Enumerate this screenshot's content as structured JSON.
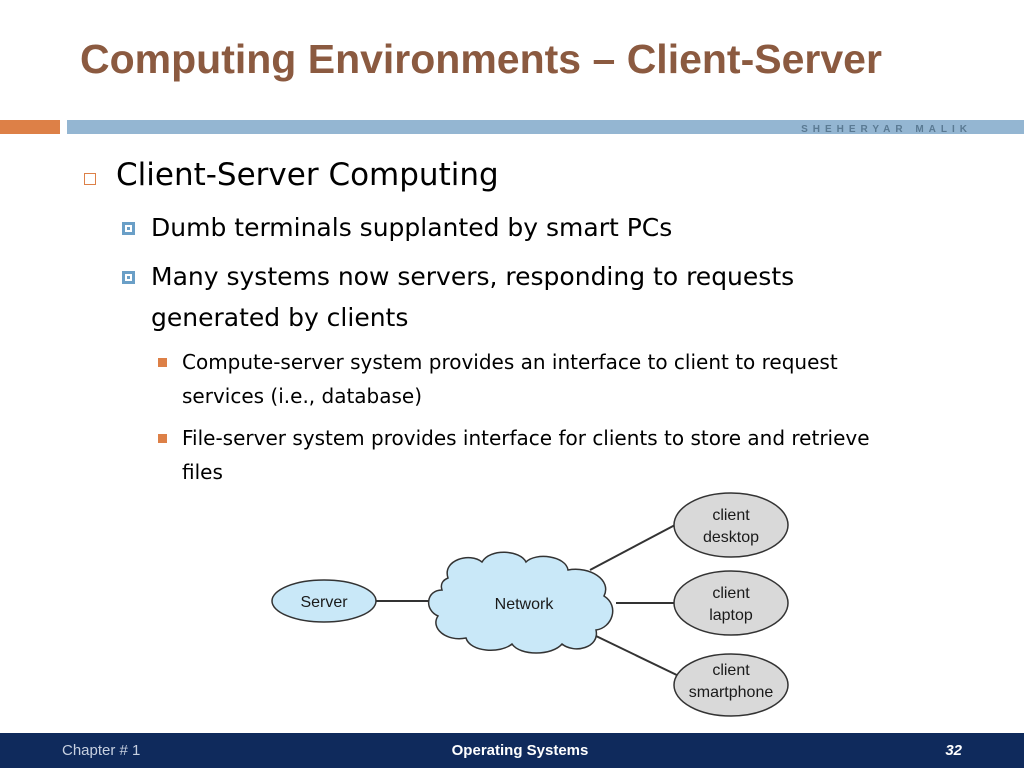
{
  "slide": {
    "title": "Computing Environments – Client-Server",
    "author": "SHEHERYAR MALIK"
  },
  "bullets": {
    "level1": "Client-Server Computing",
    "level2": [
      "Dumb terminals supplanted by smart PCs",
      "Many systems now servers, responding to requests",
      "generated by clients"
    ],
    "level3": [
      "Compute-server system provides an interface to client to request",
      "services (i.e., database)",
      "File-server system provides interface for clients to store and retrieve",
      "files"
    ]
  },
  "diagram": {
    "server": "Server",
    "network": "Network",
    "clients": [
      [
        "client",
        "desktop"
      ],
      [
        "client",
        "laptop"
      ],
      [
        "client",
        "smartphone"
      ]
    ],
    "colors": {
      "network_fill": "#c9e8f8",
      "client_fill": "#d9d9d9",
      "server_fill": "#c9e8f8"
    }
  },
  "footer": {
    "chapter": "Chapter # 1",
    "course": "Operating Systems",
    "page": "32"
  },
  "theme": {
    "title_color": "#8b5a40",
    "accent_orange": "#dd8047",
    "accent_blue": "#94b6d2",
    "footer_bg": "#0f2a5c"
  }
}
